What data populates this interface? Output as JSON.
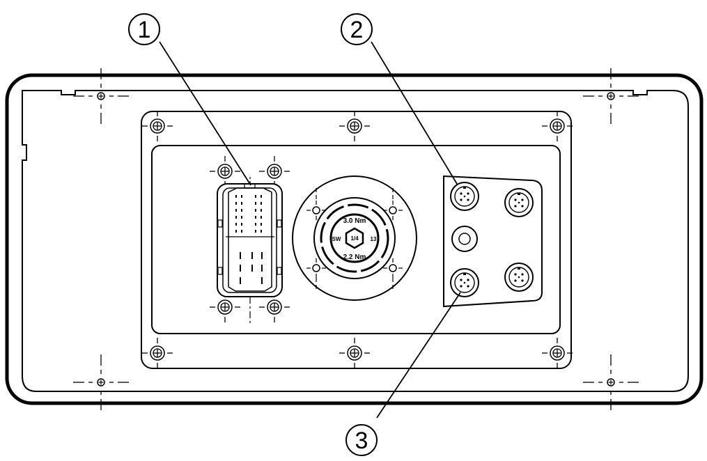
{
  "callouts": [
    {
      "number": "1"
    },
    {
      "number": "2"
    },
    {
      "number": "3"
    }
  ],
  "valve_markings": {
    "torque_top": "3.0 Nm",
    "torque_bottom": "2.2 Nm",
    "hex_size": "1/4",
    "left_mark": "SW",
    "right_mark": "13"
  },
  "colors": {
    "line": "#000000",
    "background": "#ffffff"
  }
}
